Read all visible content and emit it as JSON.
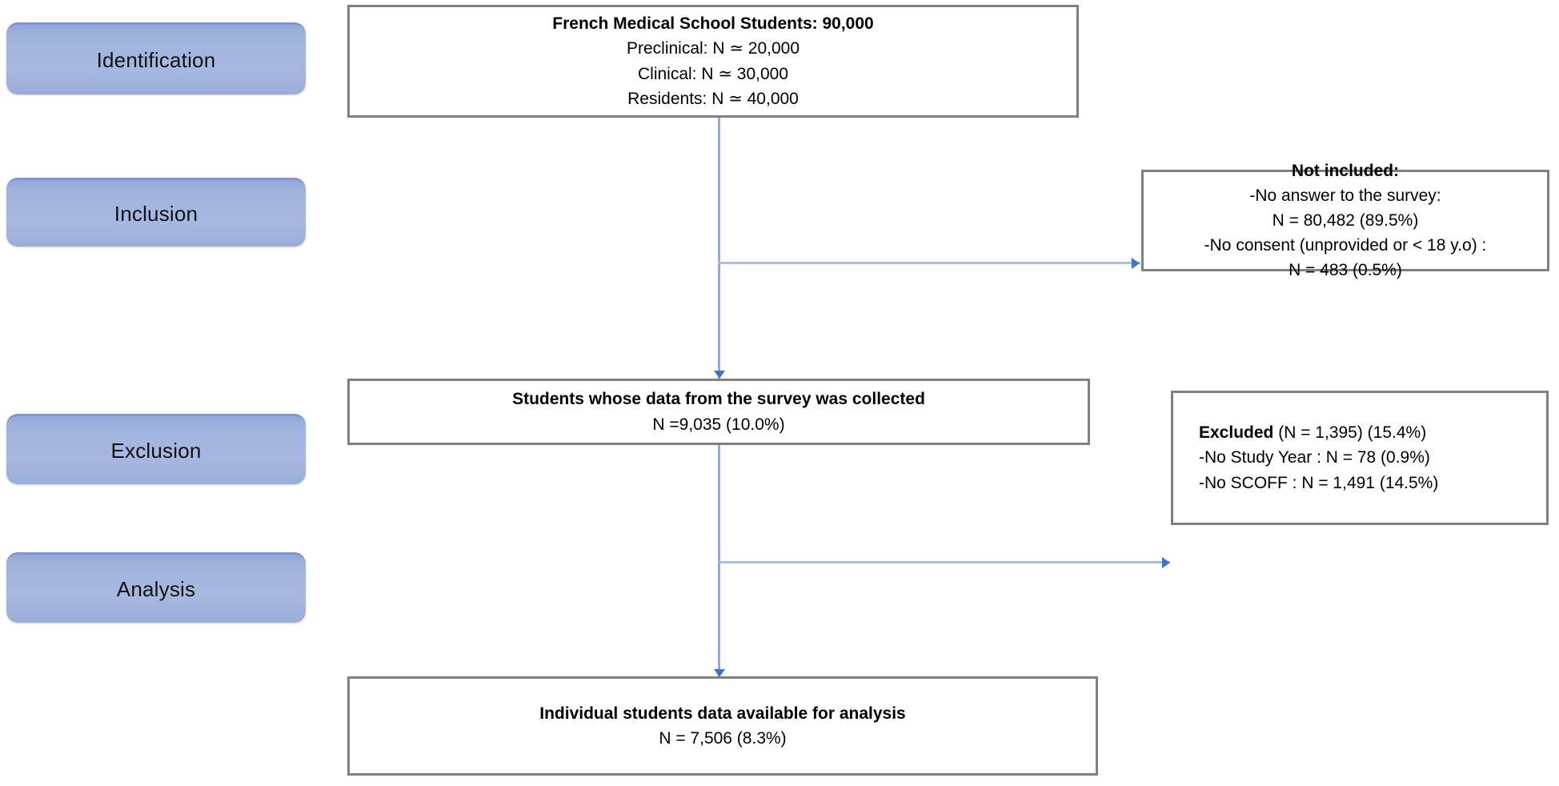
{
  "diagram": {
    "title": "Study participant flow diagram",
    "colors": {
      "pill_fill": "#9FB2DE",
      "pill_edge": "#7F95CC",
      "box_border": "#808080",
      "connector": "#8FAAE0",
      "arrow_head": "#4472C4",
      "background": "#FFFFFF",
      "text": "#000000"
    }
  },
  "stages": [
    {
      "id": "identification",
      "label": "Identification"
    },
    {
      "id": "inclusion",
      "label": "Inclusion"
    },
    {
      "id": "exclusion",
      "label": "Exclusion"
    },
    {
      "id": "analysis",
      "label": "Analysis"
    }
  ],
  "boxes": {
    "identification": {
      "id": "identification-box",
      "lines": [
        {
          "text": "French Medical School Students: 90,000",
          "bold": true
        },
        {
          "text": "Preclinical: N ≃ 20,000",
          "bold": false
        },
        {
          "text": "Clinical: N ≃ 30,000",
          "bold": false
        },
        {
          "text": "Residents: N ≃ 40,000",
          "bold": false
        }
      ]
    },
    "not_included": {
      "id": "not-included-box",
      "lines": [
        {
          "text": "Not included:",
          "bold": true
        },
        {
          "text": "-No answer to the survey:",
          "bold": false
        },
        {
          "text": "N = 80,482 (89.5%)",
          "bold": false
        },
        {
          "text": "-No consent (unprovided or < 18 y.o) :",
          "bold": false
        },
        {
          "text": "N = 483 (0.5%)",
          "bold": false
        }
      ]
    },
    "collected": {
      "id": "collected-box",
      "lines": [
        {
          "text": "Students whose data from the survey was collected",
          "bold": true
        },
        {
          "text": "N =9,035 (10.0%)",
          "bold": false
        }
      ]
    },
    "excluded": {
      "id": "excluded-box",
      "lines": [
        {
          "lead": "Excluded",
          "text": " (N = 1,395)  (15.4%)",
          "bold": false
        },
        {
          "text": "-No Study Year : N = 78 (0.9%)",
          "bold": false
        },
        {
          "text": "-No SCOFF : N = 1,491 (14.5%)",
          "bold": false
        }
      ]
    },
    "analysis": {
      "id": "analysis-box",
      "lines": [
        {
          "text": "Individual students data available for analysis",
          "bold": true
        },
        {
          "text": "N = 7,506 (8.3%)",
          "bold": false
        }
      ]
    }
  },
  "chart_data": {
    "type": "diagram",
    "title": "Study participant flow diagram",
    "nodes": [
      {
        "id": "identification",
        "stage": "Identification",
        "label": "French Medical School Students",
        "n": 90000,
        "breakdown": [
          {
            "group": "Preclinical",
            "n": 20000,
            "approx": true
          },
          {
            "group": "Clinical",
            "n": 30000,
            "approx": true
          },
          {
            "group": "Residents",
            "n": 40000,
            "approx": true
          }
        ]
      },
      {
        "id": "not_included",
        "stage": "Inclusion",
        "label": "Not included",
        "items": [
          {
            "reason": "No answer to the survey",
            "n": 80482,
            "pct": 89.5
          },
          {
            "reason": "No consent (unprovided or < 18 y.o)",
            "n": 483,
            "pct": 0.5
          }
        ]
      },
      {
        "id": "collected",
        "stage": "Inclusion",
        "label": "Students whose data from the survey was collected",
        "n": 9035,
        "pct": 10.0
      },
      {
        "id": "excluded",
        "stage": "Exclusion",
        "label": "Excluded",
        "n": 1395,
        "pct": 15.4,
        "items": [
          {
            "reason": "No Study Year",
            "n": 78,
            "pct": 0.9
          },
          {
            "reason": "No SCOFF",
            "n": 1491,
            "pct": 14.5
          }
        ]
      },
      {
        "id": "analysis",
        "stage": "Analysis",
        "label": "Individual students data available for analysis",
        "n": 7506,
        "pct": 8.3
      }
    ],
    "edges": [
      {
        "from": "identification",
        "to": "collected",
        "direction": "down"
      },
      {
        "from": "identification",
        "to": "not_included",
        "direction": "right"
      },
      {
        "from": "collected",
        "to": "analysis",
        "direction": "down"
      },
      {
        "from": "collected",
        "to": "excluded",
        "direction": "right"
      }
    ]
  }
}
